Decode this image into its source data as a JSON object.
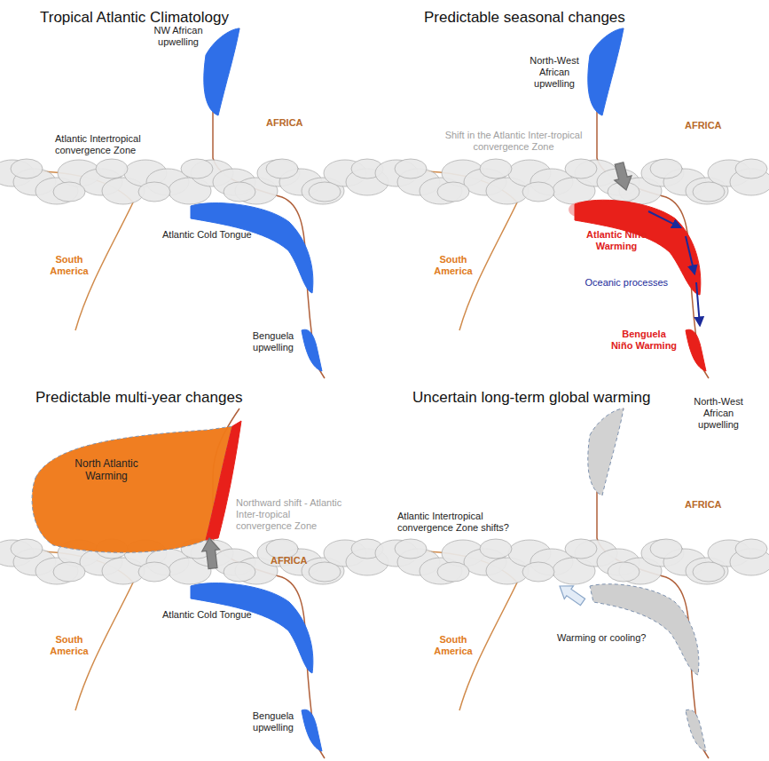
{
  "diagram": {
    "labels": [
      "Tropical Atlantic Climatology",
      "NW African upwelling",
      "AFRICA",
      "Atlantic Intertropical convergence Zone",
      "Atlantic Cold Tongue",
      "South America",
      "Benguela upwelling",
      "Predictable seasonal changes",
      "North-West African upwelling",
      "AFRICA",
      "Shift in the Atlantic Inter-tropical convergence Zone",
      "Atlantic Niño Warming",
      "South America",
      "Oceanic processes",
      "Benguela Niño Warming",
      "Predictable multi-year changes",
      "North Atlantic Warming",
      "Northward shift - Atlantic Inter-tropical convergence Zone",
      "AFRICA",
      "Atlantic Cold Tongue",
      "South America",
      "Benguela upwelling",
      "Uncertain long-term global warming",
      "North-West African upwelling",
      "AFRICA",
      "Atlantic Intertropical convergence Zone shifts?",
      "South America",
      "Warming or cooling?"
    ]
  }
}
